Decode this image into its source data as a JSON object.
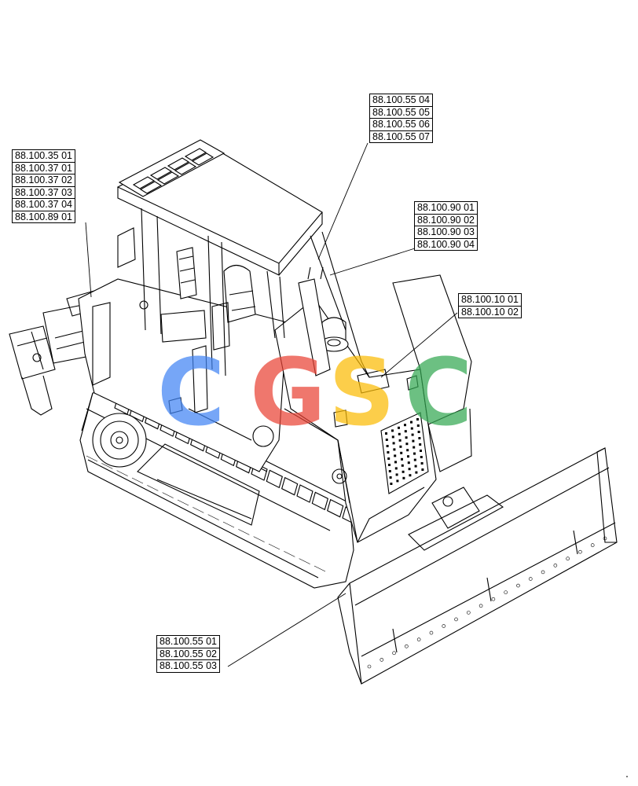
{
  "callouts": [
    {
      "id": "left-group",
      "refs": [
        "88.100.35 01",
        "88.100.37 01",
        "88.100.37 02",
        "88.100.37 03",
        "88.100.37 04",
        "88.100.89 01"
      ]
    },
    {
      "id": "top-group",
      "refs": [
        "88.100.55 04",
        "88.100.55 05",
        "88.100.55 06",
        "88.100.55 07"
      ]
    },
    {
      "id": "right-upper-group",
      "refs": [
        "88.100.90 01",
        "88.100.90 02",
        "88.100.90 03",
        "88.100.90 04"
      ]
    },
    {
      "id": "right-mid-group",
      "refs": [
        "88.100.10 01",
        "88.100.10 02"
      ]
    },
    {
      "id": "bottom-group",
      "refs": [
        "88.100.55 01",
        "88.100.55 02",
        "88.100.55 03"
      ]
    }
  ],
  "watermark": {
    "letters": [
      "C",
      "G",
      "S",
      "C"
    ],
    "colors": [
      "#4285f4",
      "#ea4335",
      "#fbbc05",
      "#34a853"
    ]
  }
}
